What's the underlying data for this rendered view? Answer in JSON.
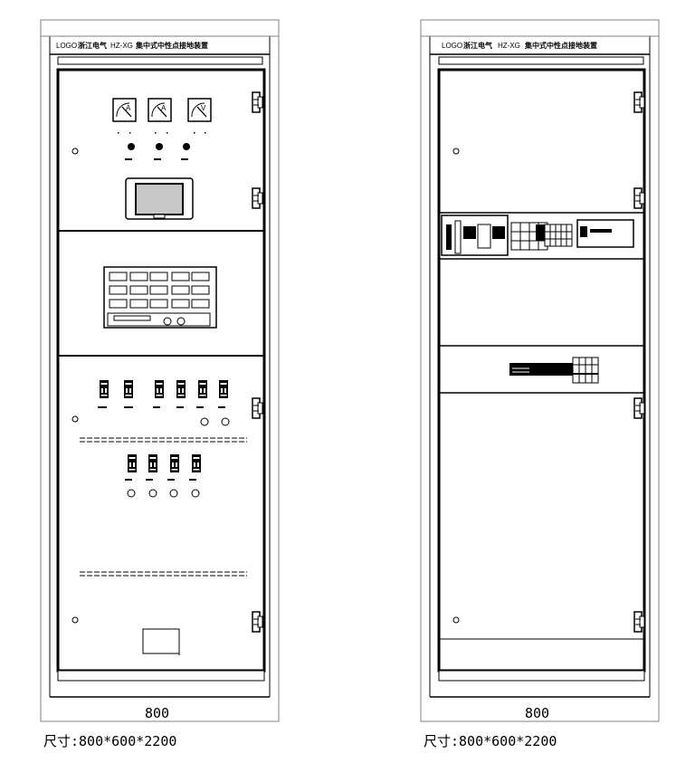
{
  "left_cabinet": {
    "header": {
      "logo": "LOGO",
      "company": "浙江电气",
      "model": "HZ-XG",
      "product": "集中式中性点接地装置"
    },
    "meters": [
      {
        "unit": "A"
      },
      {
        "unit": "A"
      },
      {
        "unit": "V"
      }
    ],
    "dimension_width": "800",
    "size_note": "尺寸:800*600*2200"
  },
  "right_cabinet": {
    "header": {
      "logo": "LOGO",
      "company": "浙江电气",
      "model": "HZ-XG",
      "product": "集中式中性点接地装置"
    },
    "dimension_width": "800",
    "size_note": "尺寸:800*600*2200"
  },
  "colors": {
    "line": "#000000",
    "screen": "#c8c8c8",
    "frame": "#808080"
  }
}
